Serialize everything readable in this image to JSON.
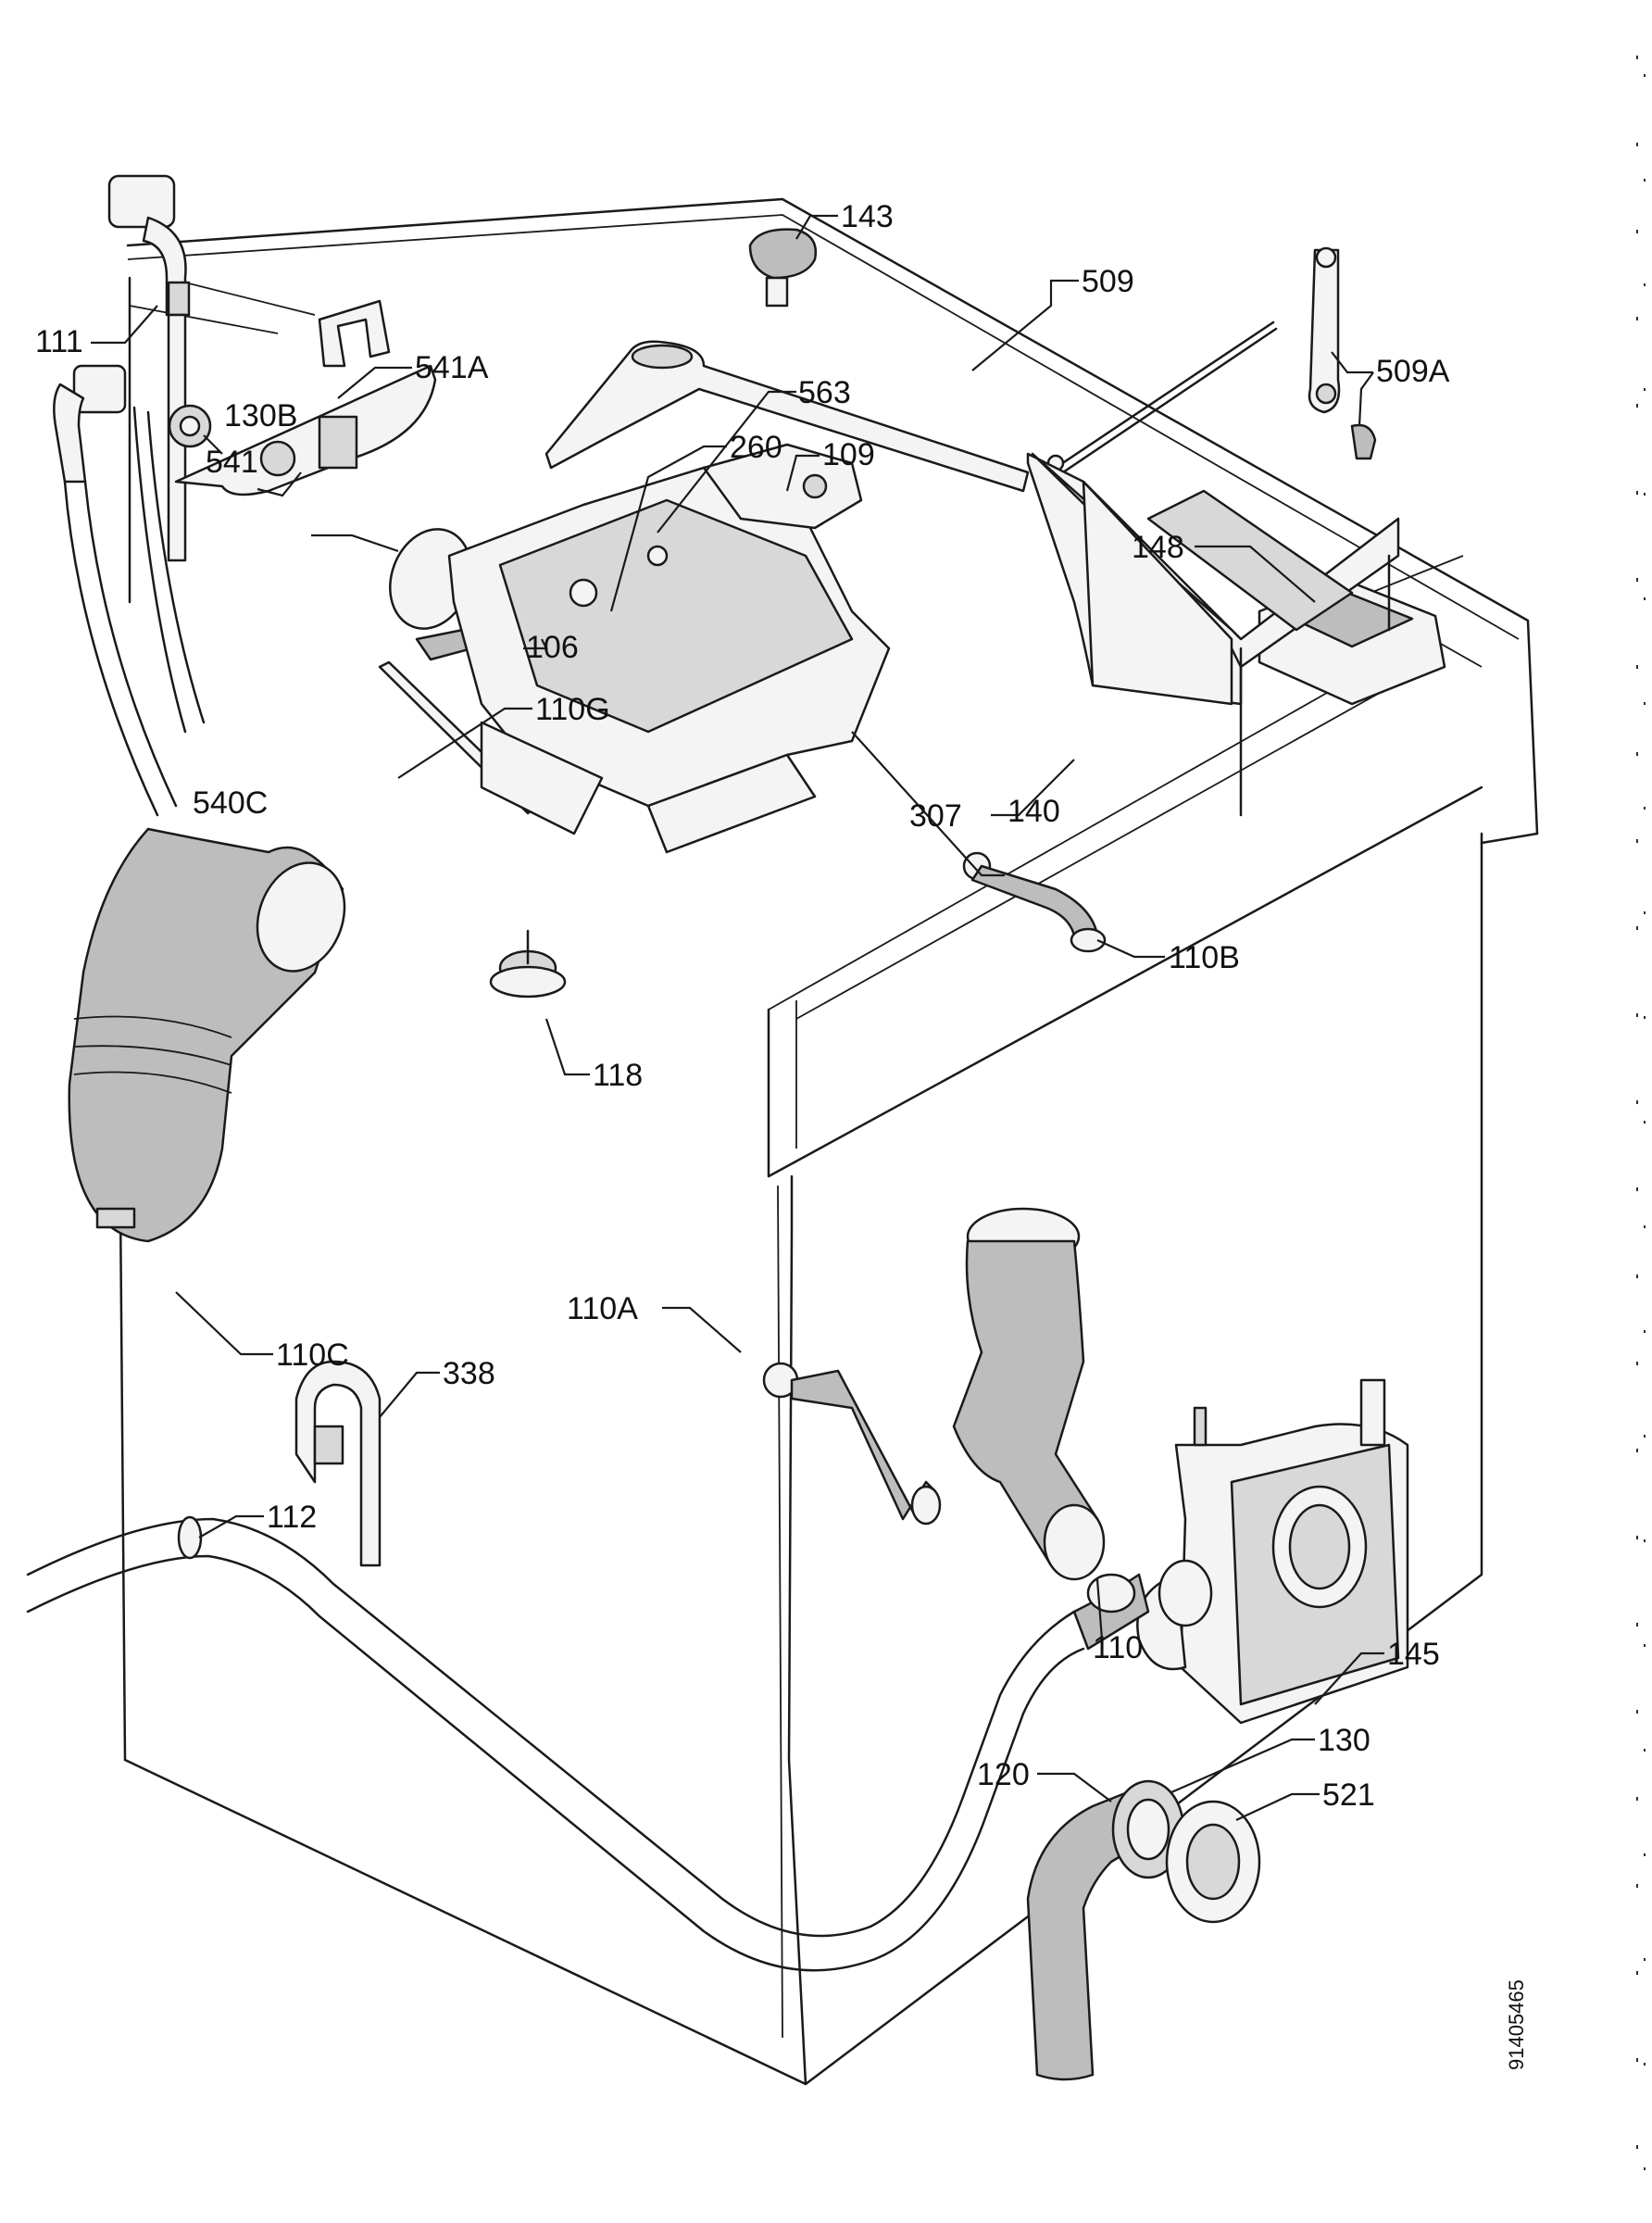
{
  "diagram": {
    "part_labels": [
      "111",
      "541A",
      "143",
      "509",
      "509A",
      "541",
      "130B",
      "563",
      "260",
      "148",
      "106",
      "110G",
      "109",
      "307",
      "540C",
      "140",
      "110B",
      "118",
      "110A",
      "110C",
      "338",
      "110",
      "112",
      "145",
      "130",
      "120",
      "521"
    ],
    "doc_number": "91405465"
  }
}
